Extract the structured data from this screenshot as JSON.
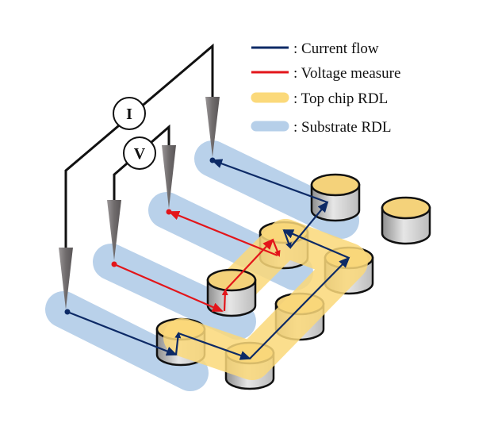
{
  "legend": {
    "items": [
      {
        "label": ": Current flow",
        "swatch": "line",
        "color": "#0d2a66"
      },
      {
        "label": ": Voltage measure",
        "swatch": "line",
        "color": "#e3151a"
      },
      {
        "label": ": Top chip RDL",
        "swatch": "band",
        "color": "#fbd97a"
      },
      {
        "label": ": Substrate RDL",
        "swatch": "band",
        "color": "#b6cfe9"
      }
    ]
  },
  "meters": {
    "current": "I",
    "voltage": "V"
  },
  "colors": {
    "current": "#0d2a66",
    "voltage": "#e3151a",
    "top_rdl": "#fbd97a",
    "substrate_rdl": "#b6cfe9",
    "wire": "#111111",
    "probe": "#7a7677"
  }
}
